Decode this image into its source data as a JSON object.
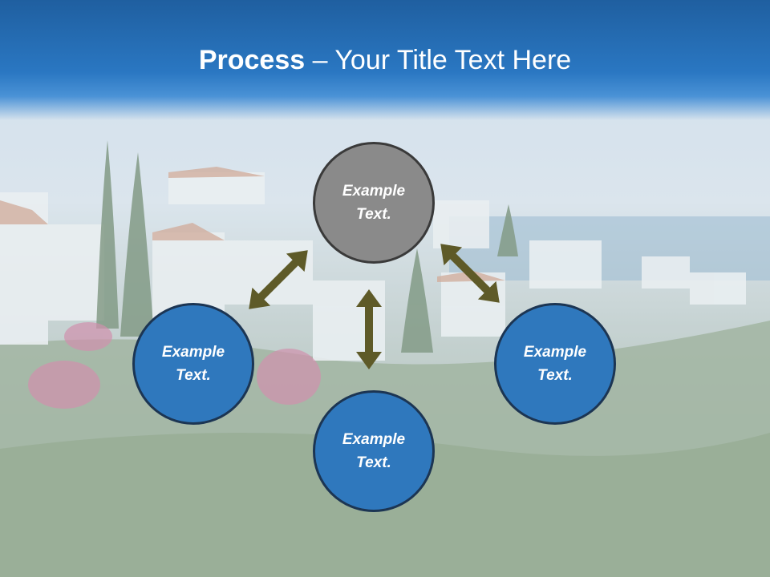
{
  "slide": {
    "title_bold": "Process",
    "title_rest": " – Your Title Text Here"
  },
  "nodes": {
    "top": "Example\nText.",
    "left": "Example\nText.",
    "bottom": "Example\nText.",
    "right": "Example\nText."
  },
  "colors": {
    "title_band": "#2a77c2",
    "node_blue": "#2f78bd",
    "node_gray": "#8a8a8a",
    "arrow": "#5e5a28"
  }
}
